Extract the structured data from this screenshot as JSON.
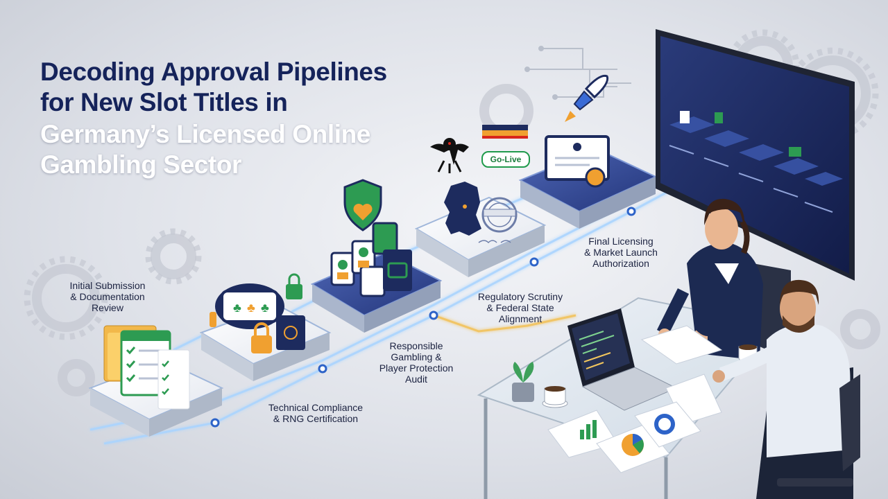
{
  "title": {
    "lines": [
      "Decoding Approval Pipelines",
      "for New Slot Titles in",
      "Germany’s Licensed Online",
      "Gambling Sector"
    ]
  },
  "colors": {
    "title_dark": "#15235a",
    "title_light": "#ffffff",
    "navy": "#1d2b5e",
    "accent_green": "#1f9a4b",
    "accent_orange": "#f0a030",
    "flow_glow": "#9fd0ff"
  },
  "stages": [
    {
      "step": 1,
      "label": "Initial Submission\n& Documentation\nReview",
      "icon": "documents-checklist-icon"
    },
    {
      "step": 2,
      "label": "Technical Compliance\n& RNG Certification",
      "icon": "slot-reel-lock-icon"
    },
    {
      "step": 3,
      "label": "Responsible\nGambling &\nPlayer Protection\nAudit",
      "icon": "shield-heart-icon"
    },
    {
      "step": 4,
      "label": "Regulatory Scrutiny\n& Federal State\nAlignment",
      "icon": "germany-map-stamp-icon"
    },
    {
      "step": 5,
      "label": "Final Licensing\n& Market Launch\nAuthorization",
      "icon": "certificate-seal-icon"
    }
  ],
  "badge": {
    "label": "Go-Live"
  },
  "icons": [
    "eagle-icon",
    "rocket-icon",
    "flag-icon",
    "gear-icon",
    "laptop-code-icon",
    "plant-icon",
    "coffee-cup-icon",
    "wall-monitor-icon"
  ]
}
